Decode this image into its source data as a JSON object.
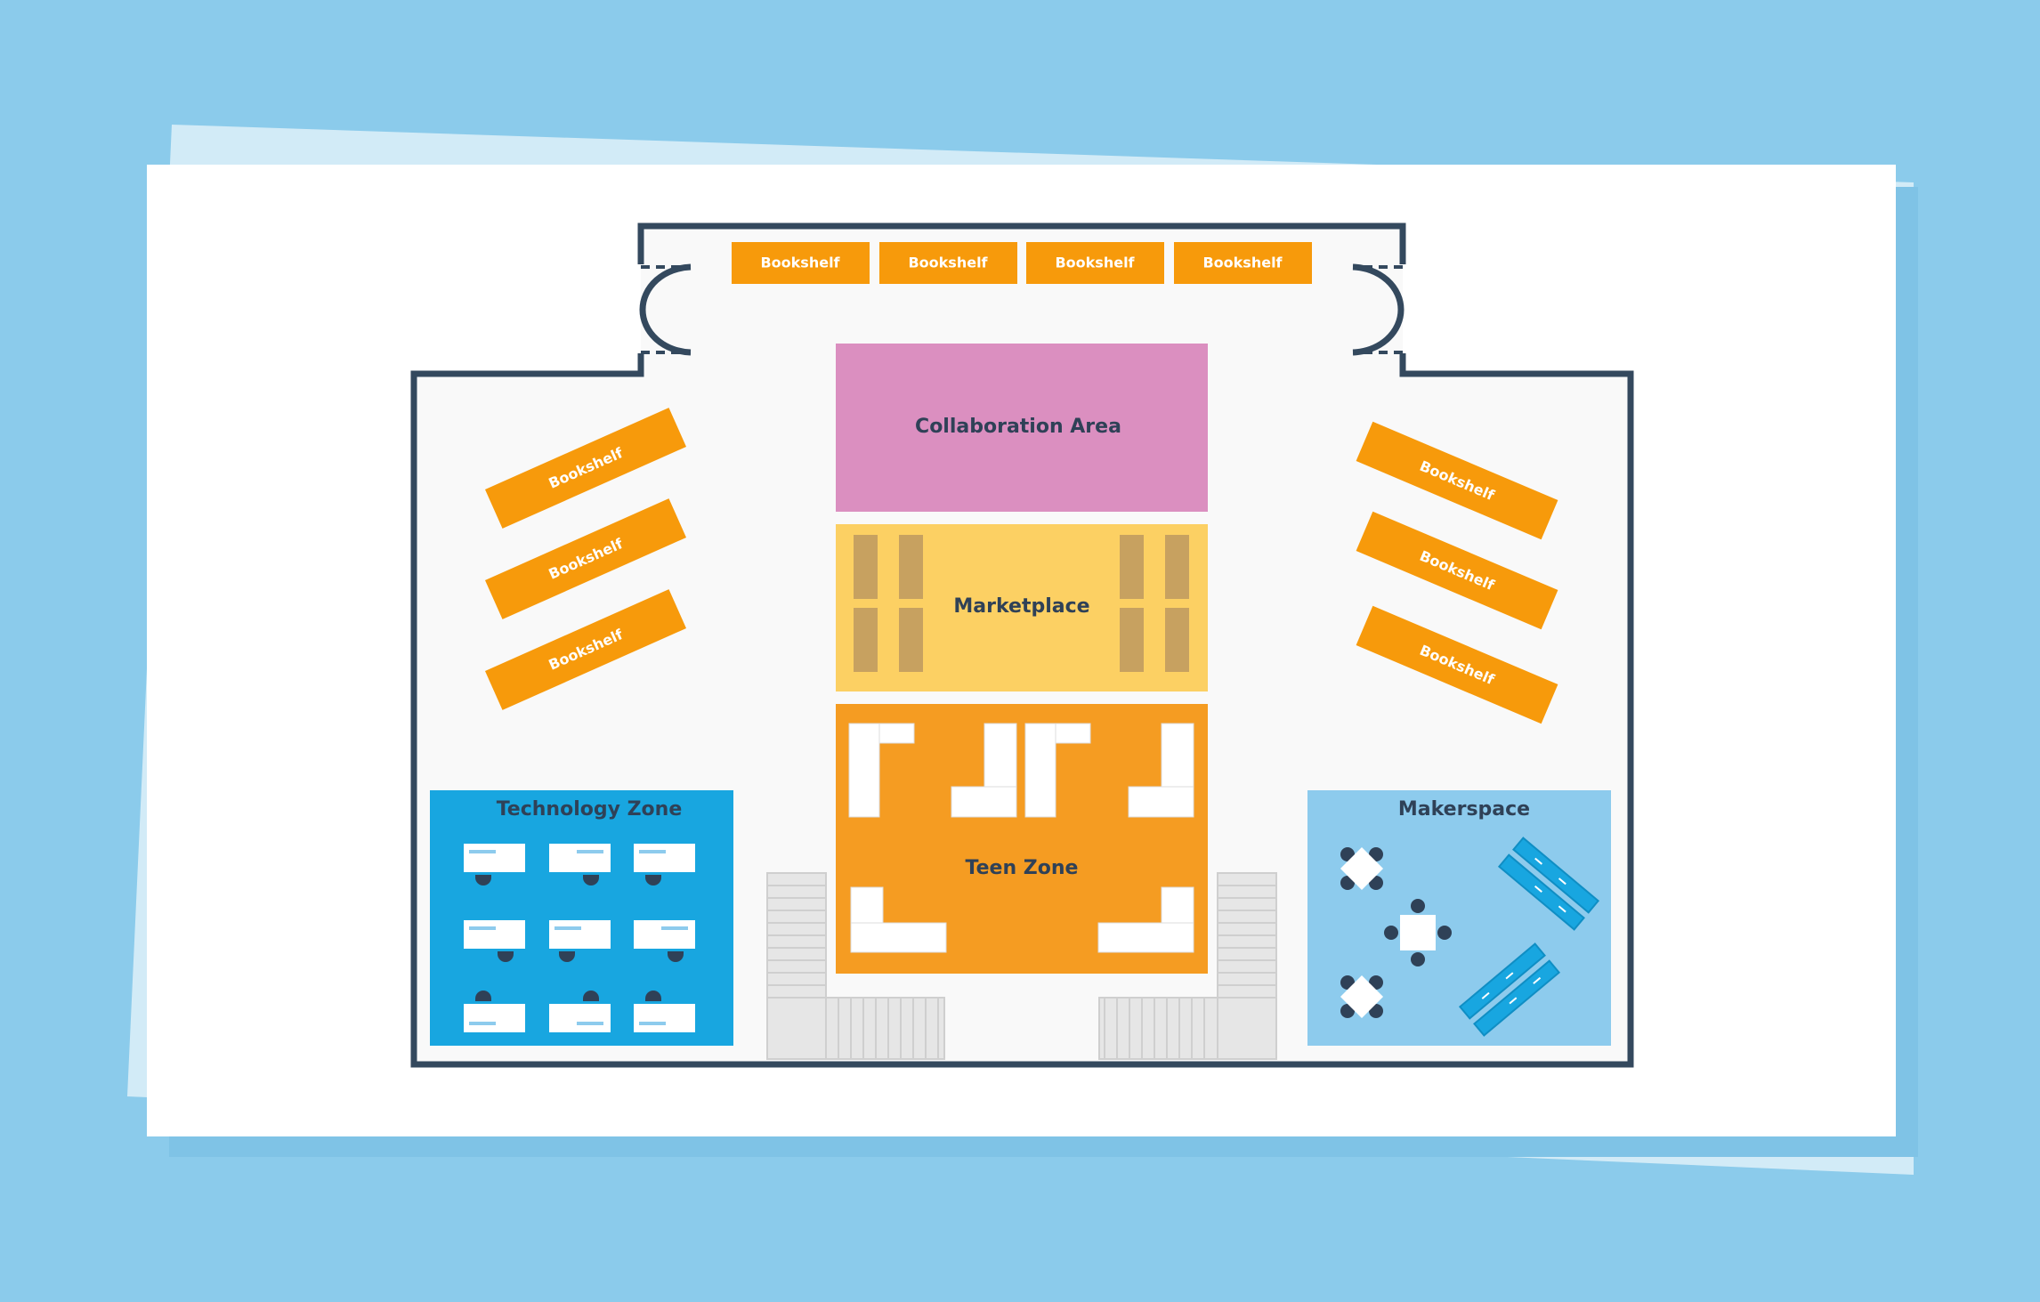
{
  "colors": {
    "background": "#8bcbeb",
    "paper_back": "#d2ebf7",
    "paper": "#ffffff",
    "floor": "#f9f9f9",
    "wall": "#34495e",
    "bookshelf": "#f79a0b",
    "collaboration": "#db8fc0",
    "marketplace": "#fcd063",
    "teen_zone": "#f59c22",
    "technology_zone": "#18a6e0",
    "makerspace": "#8dcbed",
    "stairs": "#e6e6e6",
    "label_dark": "#2f4157",
    "label_light": "#ffffff"
  },
  "bookshelves": {
    "top_row": [
      "Bookshelf",
      "Bookshelf",
      "Bookshelf",
      "Bookshelf"
    ],
    "left_angled": [
      "Bookshelf",
      "Bookshelf",
      "Bookshelf"
    ],
    "right_angled": [
      "Bookshelf",
      "Bookshelf",
      "Bookshelf"
    ]
  },
  "zones": {
    "collaboration": "Collaboration Area",
    "marketplace": "Marketplace",
    "teen_zone": "Teen Zone",
    "technology_zone": "Technology Zone",
    "makerspace": "Makerspace"
  },
  "icons": {
    "door": "door-swing-icon",
    "stairs": "staircase-icon",
    "desk": "computer-desk-icon",
    "chair": "chair-icon",
    "table": "square-table-icon",
    "workbench": "workbench-icon",
    "sofa": "l-shaped-sofa-icon"
  }
}
